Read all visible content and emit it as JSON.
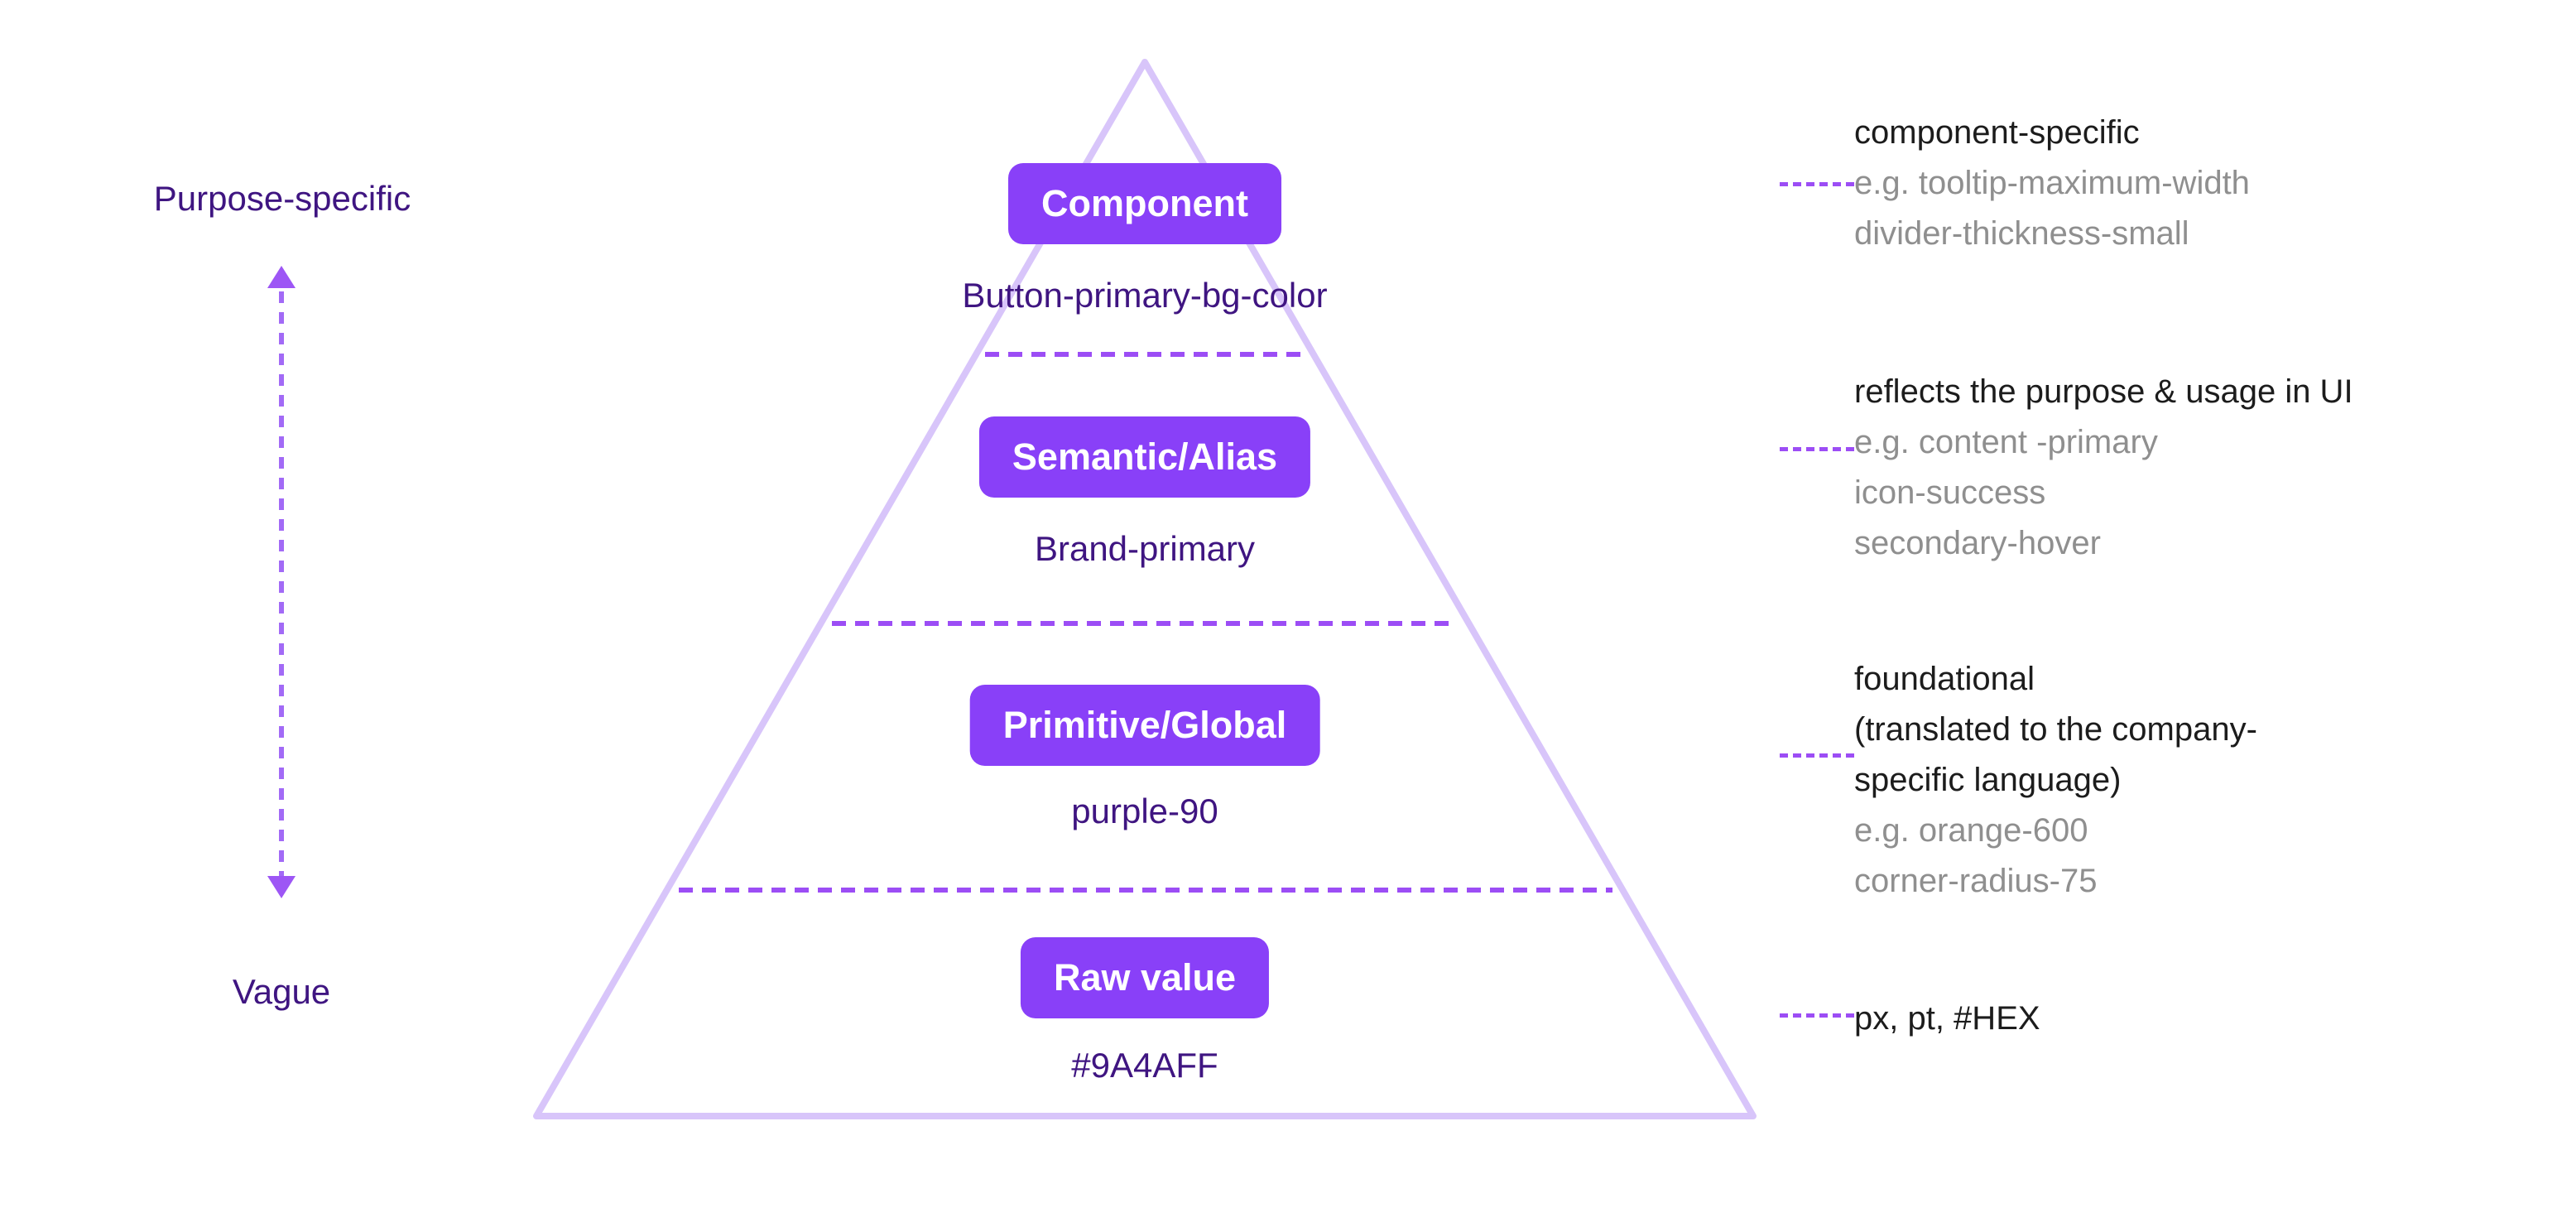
{
  "colors": {
    "chip_purple": "#8940f8",
    "triangle_outline": "#d8c5fa",
    "dash_purple": "#9c4df5",
    "deep_purple_text": "#3f1581",
    "heading_text": "#1c1c1c",
    "muted_text": "#8f8f8f",
    "raw_value_hex_shown": "#9A4AFF"
  },
  "pyramid": {
    "levels": [
      {
        "label": "Component",
        "example": "Button-primary-bg-color"
      },
      {
        "label": "Semantic/Alias",
        "example": "Brand-primary"
      },
      {
        "label": "Primitive/Global",
        "example": "purple-90"
      },
      {
        "label": "Raw value",
        "example": "#9A4AFF"
      }
    ]
  },
  "axis": {
    "top_label": "Purpose-specific",
    "bottom_label": "Vague"
  },
  "annotations": [
    {
      "lines": [
        {
          "text": "component-specific"
        },
        {
          "text": "e.g. tooltip-maximum-width"
        },
        {
          "text": "divider-thickness-small"
        }
      ]
    },
    {
      "lines": [
        {
          "text": "reflects the purpose & usage in UI"
        },
        {
          "text": "e.g. content -primary"
        },
        {
          "text": "icon-success"
        },
        {
          "text": "secondary-hover"
        }
      ]
    },
    {
      "lines": [
        {
          "text": "foundational"
        },
        {
          "text": "(translated to the company-"
        },
        {
          "text": "specific language)"
        },
        {
          "text": "e.g. orange-600"
        },
        {
          "text": "corner-radius-75"
        }
      ]
    },
    {
      "lines": [
        {
          "text": "px, pt, #HEX"
        }
      ]
    }
  ]
}
